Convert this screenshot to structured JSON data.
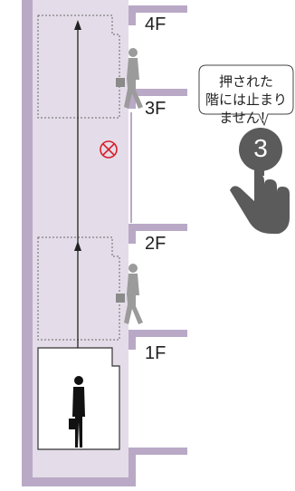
{
  "floors": [
    {
      "label": "4F"
    },
    {
      "label": "3F"
    },
    {
      "label": "2F"
    },
    {
      "label": "1F"
    }
  ],
  "bubble": {
    "lines": [
      "押された",
      "階には止まり",
      "ません！"
    ]
  },
  "call_button": {
    "number": "3",
    "icon": "pointing-hand-icon"
  },
  "markers": {
    "skip_icon": "cross-circle-icon"
  },
  "colors": {
    "shaft": "#b9a9c6",
    "shaft_light": "#e4dde9",
    "button": "#5b5b5b",
    "cross": "#d8202a"
  }
}
